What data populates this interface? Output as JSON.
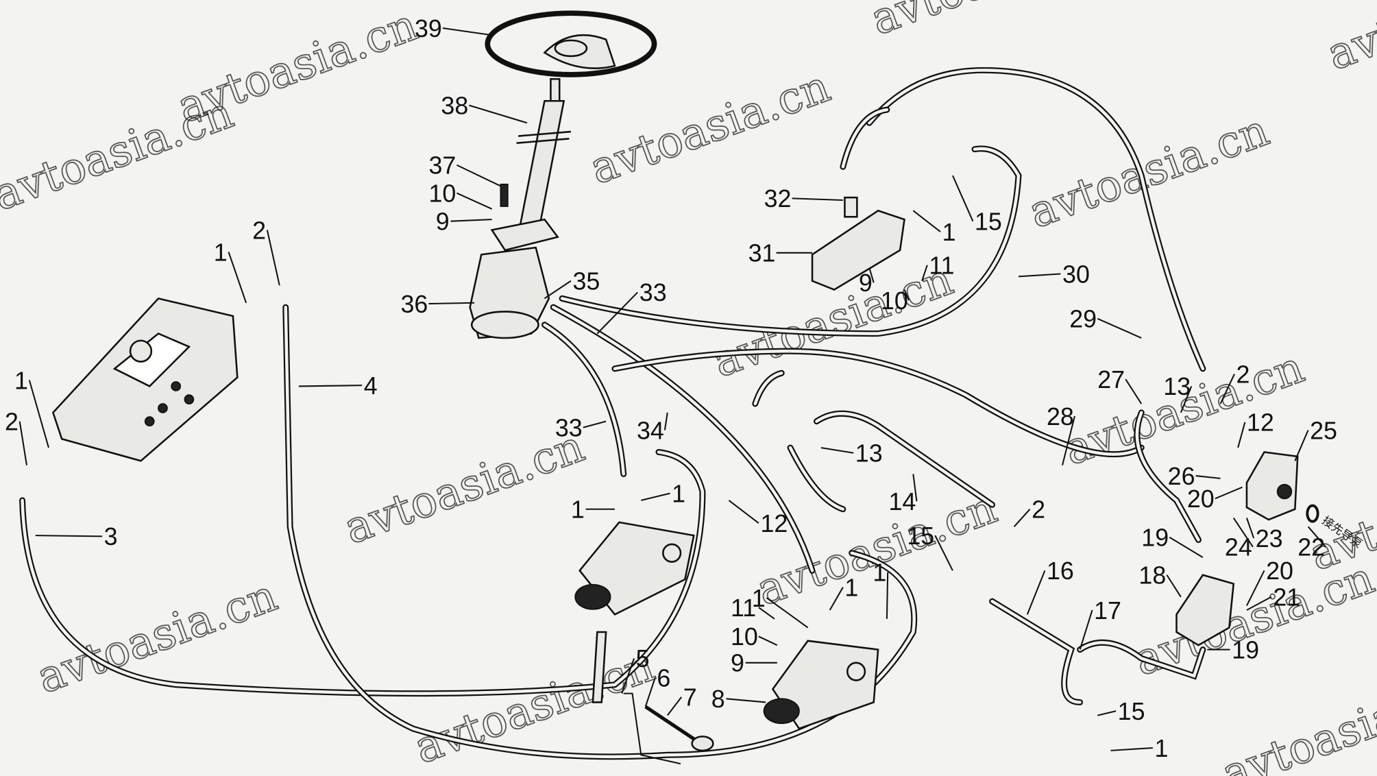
{
  "diagram": {
    "title": "Steering hydraulic system parts diagram",
    "watermark": "avtoasia.cn",
    "note_to_pilot_pump": "接先导泵",
    "callouts": [
      "39",
      "38",
      "37",
      "10",
      "9",
      "1",
      "2",
      "36",
      "35",
      "33",
      "32",
      "31",
      "15",
      "1",
      "11",
      "9",
      "10",
      "30",
      "29",
      "4",
      "1",
      "2",
      "3",
      "33",
      "34",
      "27",
      "13",
      "2",
      "28",
      "12",
      "25",
      "13",
      "26",
      "20",
      "1",
      "1",
      "12",
      "14",
      "2",
      "15",
      "24",
      "23",
      "22",
      "19",
      "16",
      "18",
      "20",
      "21",
      "1",
      "1",
      "1",
      "11",
      "10",
      "9",
      "17",
      "19",
      "5",
      "6",
      "7",
      "8",
      "15",
      "1"
    ]
  }
}
